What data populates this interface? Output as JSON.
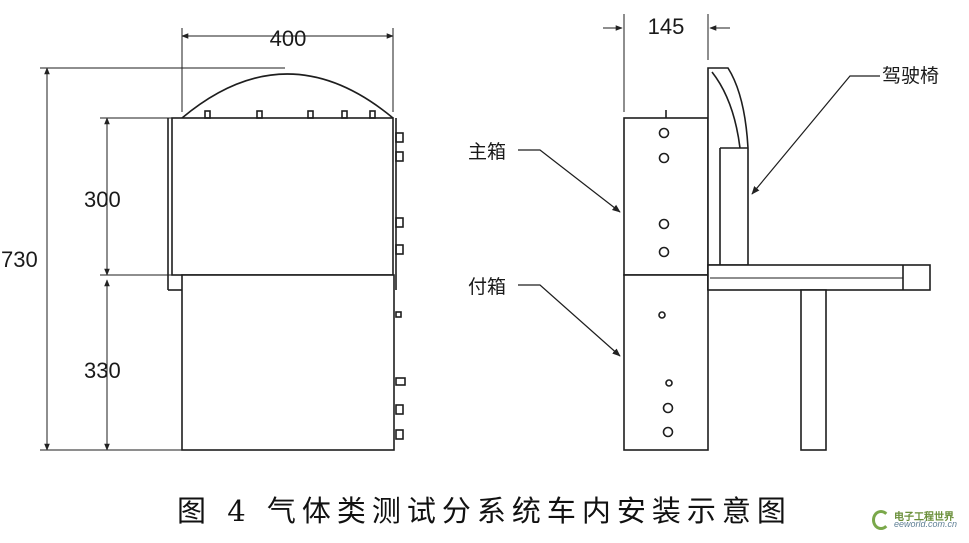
{
  "dimensions": {
    "front_width": "400",
    "side_depth": "145",
    "total_height": "730",
    "upper_height": "300",
    "lower_height": "330"
  },
  "labels": {
    "main_box": "主箱",
    "aux_box": "付箱",
    "driver_seat": "驾驶椅"
  },
  "caption": "图 4   气体类测试分系统车内安装示意图",
  "watermark": {
    "brand": "电子工程世界",
    "url": "eeworld.com.cn"
  }
}
